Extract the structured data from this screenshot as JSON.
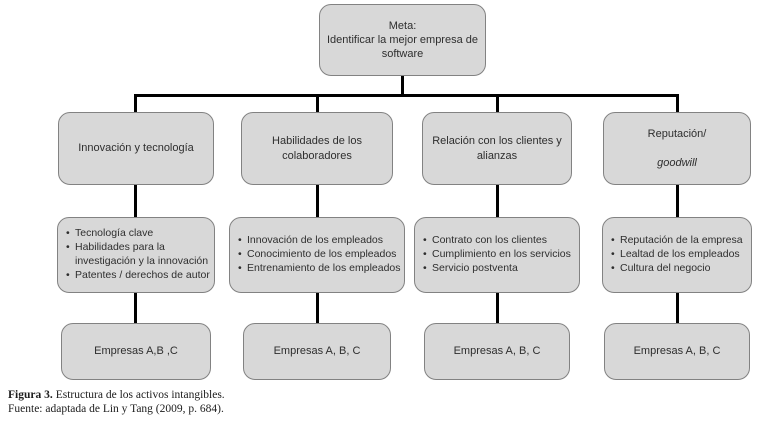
{
  "diagram": {
    "root_label": "Meta:\nIdentificar la mejor empresa de\nsoftware",
    "columns": [
      {
        "criterion": "Innovación y tecnología",
        "factors": [
          "Tecnología clave",
          "Habilidades para la investigación y la innovación",
          "Patentes / derechos de autor"
        ],
        "companies": "Empresas A,B ,C"
      },
      {
        "criterion": "Habilidades de los\ncolaboradores",
        "factors": [
          "Innovación de los empleados",
          "Conocimiento de los empleados",
          "Entrenamiento de los empleados"
        ],
        "companies": "Empresas A, B, C"
      },
      {
        "criterion": "Relación con los clientes y\nalianzas",
        "factors": [
          "Contrato con los clientes",
          "Cumplimiento en los servicios",
          "Servicio postventa"
        ],
        "companies": "Empresas A, B, C"
      },
      {
        "criterion": "Reputación/",
        "criterion_italic": "goodwill",
        "factors": [
          "Reputación de la empresa",
          "Lealtad de los empleados",
          "Cultura del negocio"
        ],
        "companies": "Empresas A, B, C"
      }
    ],
    "colors": {
      "box_fill": "#d8d8d8",
      "box_border": "#828282",
      "connector": "#000000"
    }
  },
  "caption": {
    "figure_label": "Figura 3.",
    "figure_text": "Estructura de los activos intangibles.",
    "source": "Fuente: adaptada de Lin y Tang (2009, p. 684)."
  }
}
